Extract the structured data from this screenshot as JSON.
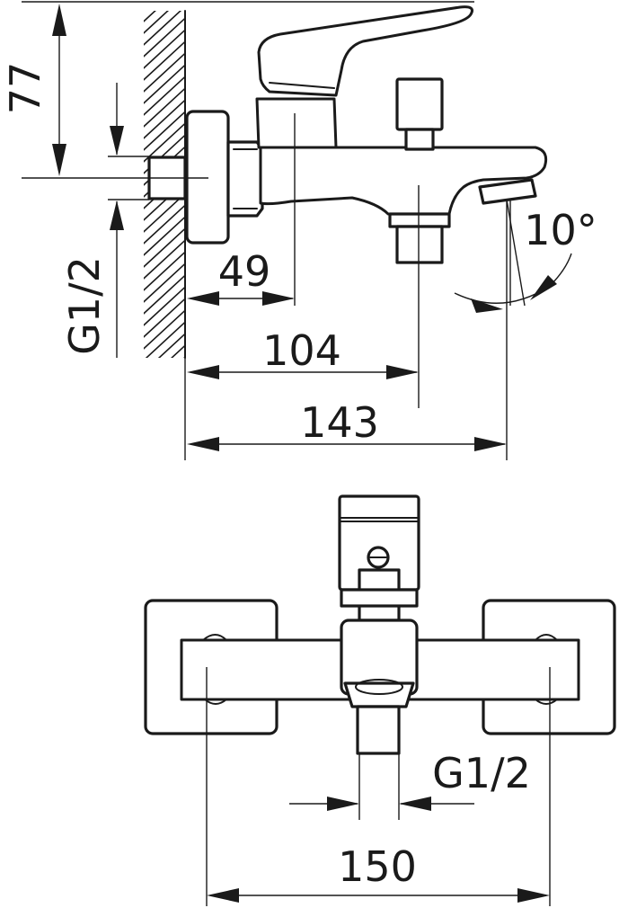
{
  "side_view": {
    "dim_height": "77",
    "dim_thread": "G1/2",
    "dim_49": "49",
    "dim_104": "104",
    "dim_143": "143",
    "dim_angle": "10°"
  },
  "front_view": {
    "dim_thread": "G1/2",
    "dim_150": "150"
  }
}
